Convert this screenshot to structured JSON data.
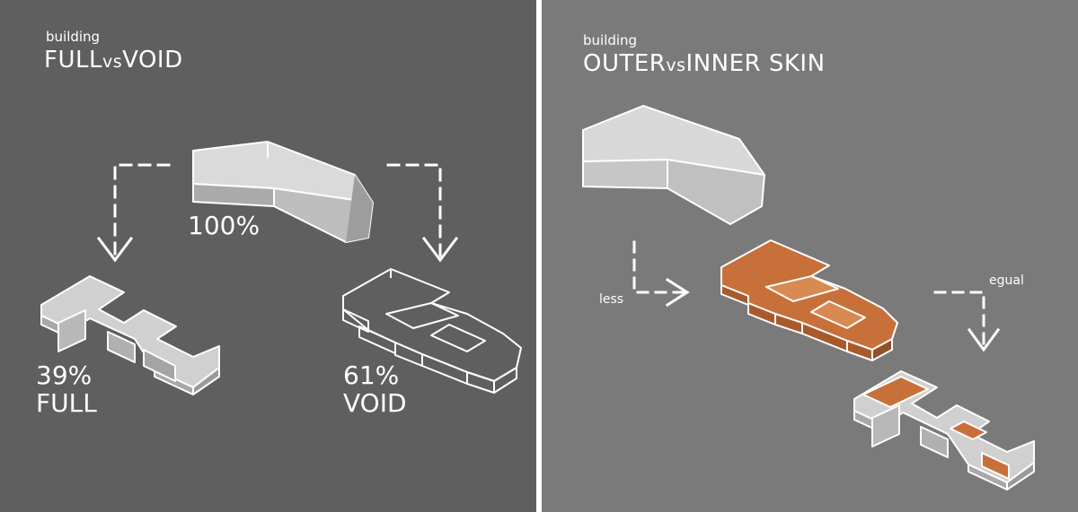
{
  "left_panel": {
    "subtitle": "building",
    "title_part1": "FULL",
    "title_vs": "vs",
    "title_part2": "VOID",
    "total_label": "100%",
    "full_percent": "39%",
    "full_label": "FULL",
    "void_percent": "61%",
    "void_label": "VOID",
    "background_color": "#5f5f5f"
  },
  "right_panel": {
    "subtitle": "building",
    "title_part1": "OUTER",
    "title_vs": "vs",
    "title_part2": "INNER SKIN",
    "less_label": "less",
    "equal_label": "egual",
    "background_color": "#7a7a7a",
    "accent_color": "#c8703a"
  }
}
